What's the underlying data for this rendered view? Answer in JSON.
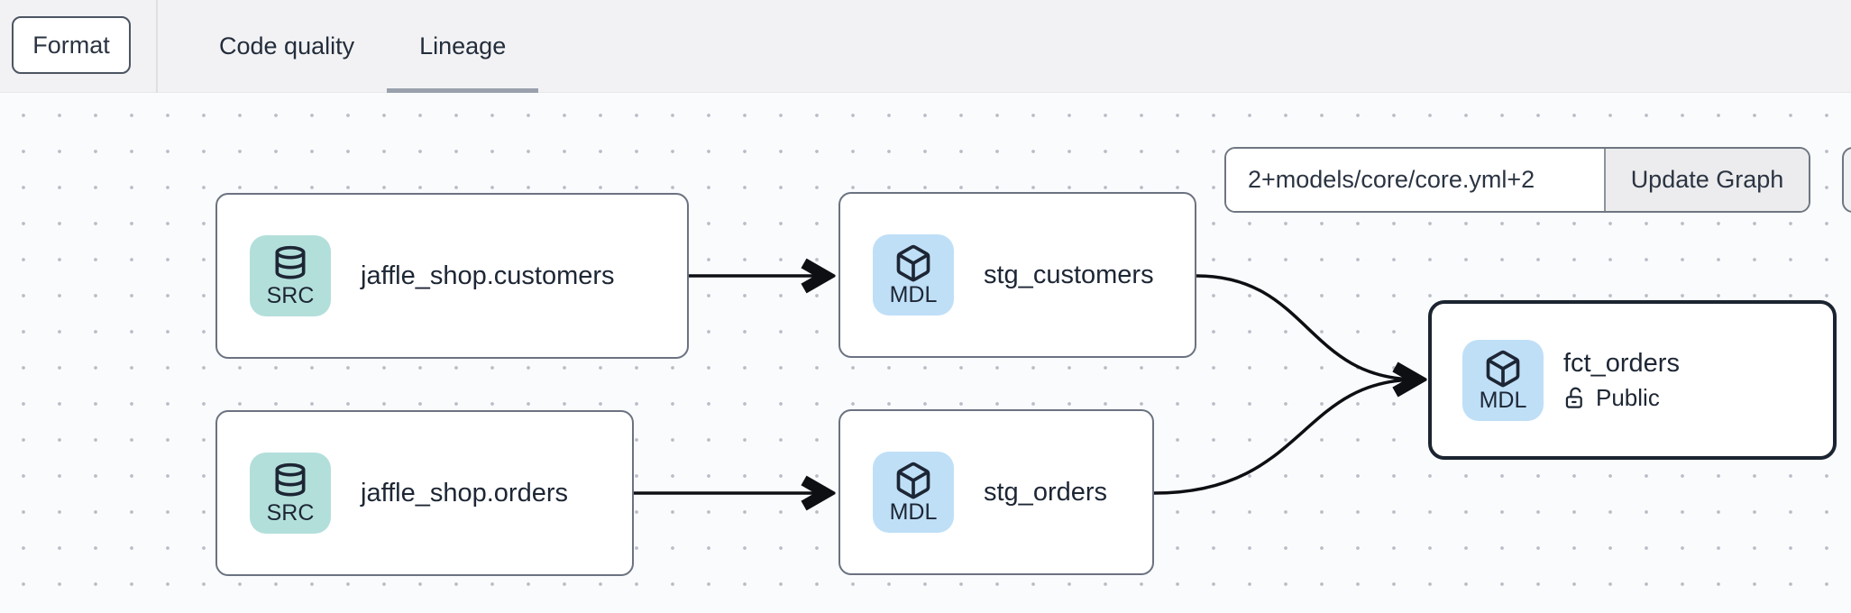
{
  "header": {
    "format_button": "Format",
    "tabs": [
      {
        "label": "Code quality"
      },
      {
        "label": "Lineage"
      }
    ],
    "active_tab": "Lineage"
  },
  "lineage": {
    "filter": {
      "value": "2+models/core/core.yml+2",
      "update_button": "Update Graph"
    },
    "nodes": [
      {
        "label": "jaffle_shop.customers",
        "badge": "SRC",
        "kind": "source"
      },
      {
        "label": "stg_customers",
        "badge": "MDL",
        "kind": "model"
      },
      {
        "label": "jaffle_shop.orders",
        "badge": "SRC",
        "kind": "source"
      },
      {
        "label": "stg_orders",
        "badge": "MDL",
        "kind": "model"
      },
      {
        "label": "fct_orders",
        "badge": "MDL",
        "kind": "model",
        "access": "Public",
        "selected": true
      }
    ],
    "edges": [
      {
        "from": "jaffle_shop.customers",
        "to": "stg_customers"
      },
      {
        "from": "jaffle_shop.orders",
        "to": "stg_orders"
      },
      {
        "from": "stg_customers",
        "to": "fct_orders"
      },
      {
        "from": "stg_orders",
        "to": "fct_orders"
      }
    ]
  },
  "colors": {
    "topbar_bg": "#f2f2f4",
    "canvas_bg": "#fafbfd",
    "dot": "#b9bdc6",
    "src_badge": "#b3dfdb",
    "mdl_badge": "#bfdff7",
    "node_border": "#6b7280",
    "selected_border": "#1b2430",
    "edge": "#0d0f13",
    "arrow": "#8e949e",
    "text": "#1f2937",
    "button_bg": "#ececee",
    "tab_underline": "#9aa1ad"
  }
}
